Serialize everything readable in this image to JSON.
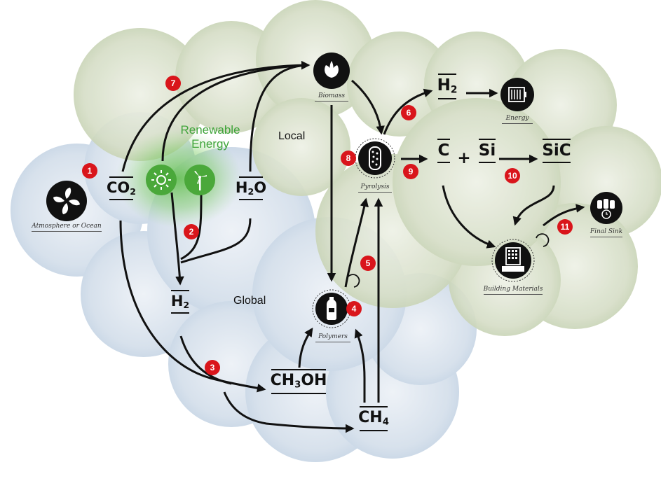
{
  "regions": {
    "local": "Local",
    "global": "Global",
    "renewable_line1": "Renewable",
    "renewable_line2": "Energy"
  },
  "species": {
    "co2": {
      "main": "CO",
      "sub": "2",
      "tail": ""
    },
    "h2o": {
      "main": "H",
      "sub": "2",
      "tail": "O"
    },
    "h2_global": {
      "main": "H",
      "sub": "2",
      "tail": ""
    },
    "h2_local": {
      "main": "H",
      "sub": "2",
      "tail": ""
    },
    "ch3oh": {
      "main": "CH",
      "sub": "3",
      "tail": "OH"
    },
    "ch4": {
      "main": "CH",
      "sub": "4",
      "tail": ""
    },
    "c": "C",
    "plus": "+",
    "si": "Si",
    "sic": "SiC"
  },
  "captions": {
    "atmosphere": "Atmosphere or Ocean",
    "biomass": "Biomass",
    "pyrolysis": "Pyrolysis",
    "polymers": "Polymers",
    "energy": "Energy",
    "building": "Building Materials",
    "final_sink": "Final Sink"
  },
  "icons": {
    "atmosphere": "fan-icon",
    "biomass": "leaf-icon",
    "pyrolysis": "reactor-icon",
    "polymers": "bottle-icon",
    "energy": "battery-icon",
    "building": "building-icon",
    "final_sink": "storage-icon",
    "solar": "sun-icon",
    "wind": "wind-turbine-icon"
  },
  "badges": [
    "1",
    "2",
    "3",
    "4",
    "5",
    "6",
    "7",
    "8",
    "9",
    "10",
    "11"
  ],
  "colors": {
    "badge": "#d9151b",
    "renewable_green": "#3fa43a",
    "global_cloud": "#c9d7e6",
    "local_cloud": "#c7d3b2"
  }
}
